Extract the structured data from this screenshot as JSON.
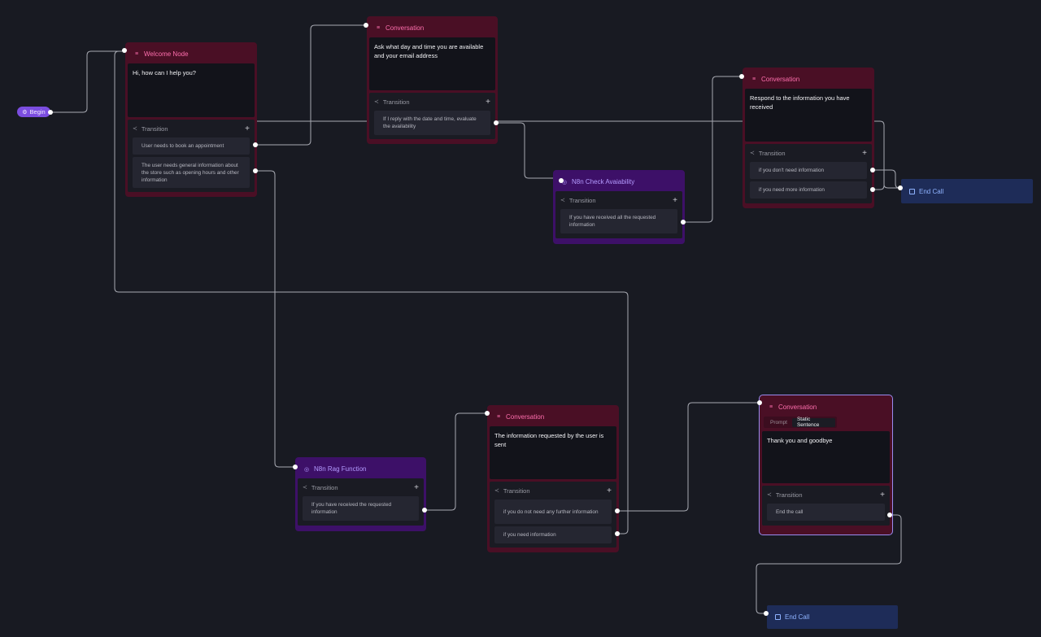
{
  "begin": {
    "label": "Begin",
    "icon": "gear-icon"
  },
  "nodes": {
    "welcome": {
      "title": "Welcome Node",
      "prompt": "Hi, how can I help you?",
      "transition_label": "Transition",
      "conditions": [
        "User needs to book an appointment",
        "The user needs general information about the store such as opening hours and other information"
      ]
    },
    "conv_availability": {
      "title": "Conversation",
      "prompt": "Ask what day and time you are available and your email address",
      "transition_label": "Transition",
      "conditions": [
        "If I reply with the date and time, evaluate the availability"
      ]
    },
    "n8n_check": {
      "title": "N8n Check Avaiability",
      "transition_label": "Transition",
      "conditions": [
        "If you have received all the requested information"
      ]
    },
    "conv_respond": {
      "title": "Conversation",
      "prompt": "Respond to the information you have received",
      "transition_label": "Transition",
      "conditions": [
        "if you don't need information",
        "if you need more information"
      ]
    },
    "n8n_rag": {
      "title": "N8n Rag Function",
      "transition_label": "Transition",
      "conditions": [
        "If you have received the requested information"
      ]
    },
    "conv_info": {
      "title": "Conversation",
      "prompt": "The information requested by the user is sent",
      "transition_label": "Transition",
      "conditions": [
        "if you do not need any further information",
        "if you need information"
      ]
    },
    "conv_goodbye": {
      "title": "Conversation",
      "tabs": [
        "Prompt",
        "Static Sentence"
      ],
      "active_tab": "Static Sentence",
      "prompt": "Thank you and goodbye",
      "transition_label": "Transition",
      "conditions": [
        "End the call"
      ]
    }
  },
  "end_calls": [
    {
      "label": "End Call"
    },
    {
      "label": "End Call"
    }
  ],
  "colors": {
    "canvas_bg": "#181a22",
    "conversation_node": "#4a0f25",
    "function_node": "#3d1068",
    "conversation_title": "#ff6fae",
    "function_title": "#b49bff",
    "begin_pill": "#7b4de0",
    "end_call": "#1e2c58",
    "edge": "#a7a9b2"
  }
}
